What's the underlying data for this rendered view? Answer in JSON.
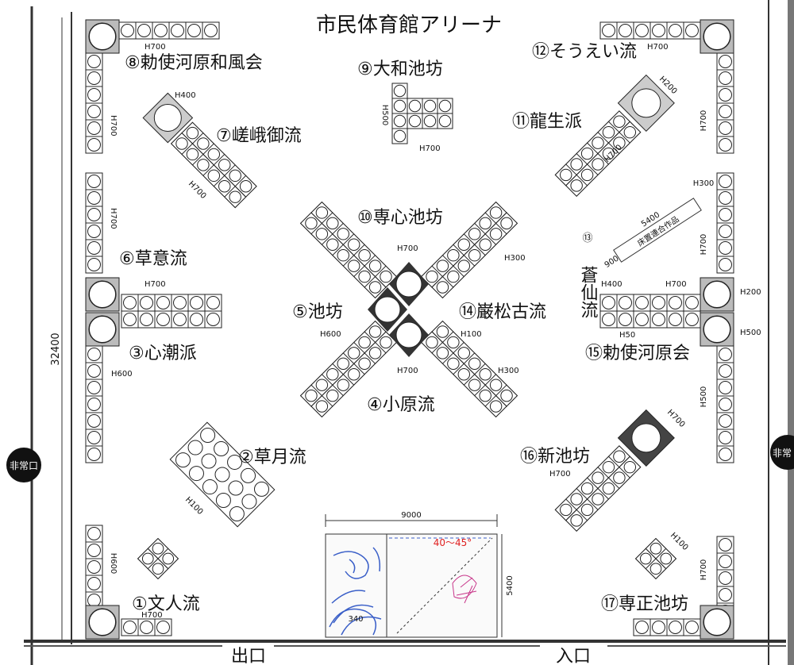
{
  "title": "市民体育館アリーナ",
  "dimensions": {
    "height": "32400",
    "stage_width": "9000",
    "stage_height": "5400",
    "stage_inner": "340"
  },
  "angle_note": "40～45°",
  "exits": {
    "emergency_left": "非常口",
    "emergency_right": "非常",
    "exit": "出口",
    "entrance": "入口"
  },
  "schools": [
    {
      "num": "①",
      "name": "文人流"
    },
    {
      "num": "②",
      "name": "草月流"
    },
    {
      "num": "③",
      "name": "心潮派"
    },
    {
      "num": "④",
      "name": "小原流"
    },
    {
      "num": "⑤",
      "name": "池坊"
    },
    {
      "num": "⑥",
      "name": "草意流"
    },
    {
      "num": "⑦",
      "name": "嵯峨御流"
    },
    {
      "num": "⑧",
      "name": "勅使河原和風会"
    },
    {
      "num": "⑨",
      "name": "大和池坊"
    },
    {
      "num": "⑩",
      "name": "専心池坊"
    },
    {
      "num": "⑪",
      "name": "龍生派"
    },
    {
      "num": "⑫",
      "name": "そうえい流"
    },
    {
      "num": "⑬",
      "name": "蒼仙流"
    },
    {
      "num": "⑭",
      "name": "巌松古流"
    },
    {
      "num": "⑮",
      "name": "勅使河原会"
    },
    {
      "num": "⑯",
      "name": "新池坊"
    },
    {
      "num": "⑰",
      "name": "専正池坊"
    }
  ],
  "joint_work": {
    "width": "5400",
    "label": "床置連合作品",
    "depth": "900",
    "height": "H300"
  },
  "heights": {
    "h700": "H700",
    "h600": "H600",
    "h500": "H500",
    "h400": "H400",
    "h300": "H300",
    "h200": "H200",
    "h100": "H100",
    "h50": "H50"
  }
}
